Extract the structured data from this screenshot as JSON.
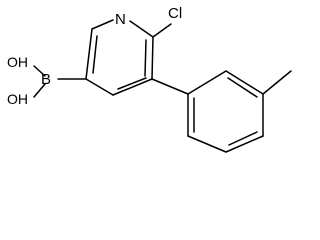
{
  "molecule": {
    "atoms": {
      "n": "N",
      "cl": "Cl",
      "b": "B",
      "oh_top": "OH",
      "oh_bottom": "OH"
    }
  }
}
